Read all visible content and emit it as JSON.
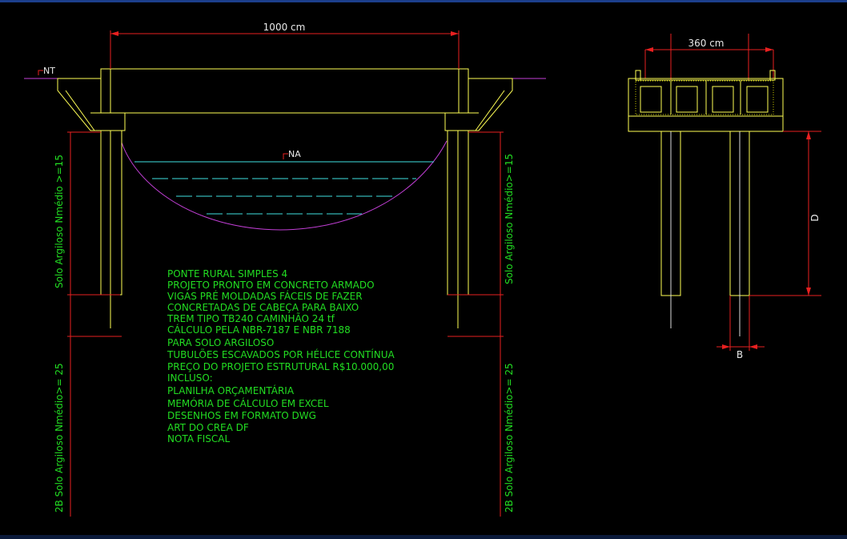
{
  "drawing": {
    "dimensions": {
      "span": "1000 cm",
      "width": "360 cm",
      "depth": "D",
      "diameter": "B"
    },
    "markers": {
      "terrain": "NT",
      "water_level": "NA"
    },
    "soil_labels": {
      "upper_left": "Solo Argiloso Nmédio >=15",
      "upper_right": "Solo Argiloso Nmédio>=15",
      "lower_left": "2B Solo Argiloso Nmédio>= 25",
      "lower_right": "2B Solo Argiloso Nmédio>= 25"
    },
    "notes": [
      "PONTE RURAL SIMPLES 4",
      "PROJETO PRONTO EM CONCRETO ARMADO",
      "VIGAS PRÉ MOLDADAS FÁCEIS DE FAZER",
      "CONCRETADAS DE CABEÇA PARA BAIXO",
      "TREM TIPO TB240 CAMINHÃO 24 tf",
      "CÁLCULO PELA NBR-7187 E NBR 7188",
      "PARA SOLO ARGILOSO",
      "TUBULÕES ESCAVADOS POR HÉLICE CONTÍNUA",
      "PREÇO DO PROJETO ESTRUTURAL R$10.000,00",
      "INCLUSO:",
      "PLANILHA ORÇAMENTÁRIA",
      "MEMÓRIA DE CÁLCULO EM EXCEL",
      "DESENHOS EM FORMATO DWG",
      "ART DO CREA DF",
      "NOTA FISCAL"
    ],
    "colors": {
      "structure": "#ffff55",
      "dimension": "#e82020",
      "terrain": "#c23fd6",
      "water": "#3fe0e0",
      "text": "#22dd22",
      "background": "#000000"
    }
  }
}
